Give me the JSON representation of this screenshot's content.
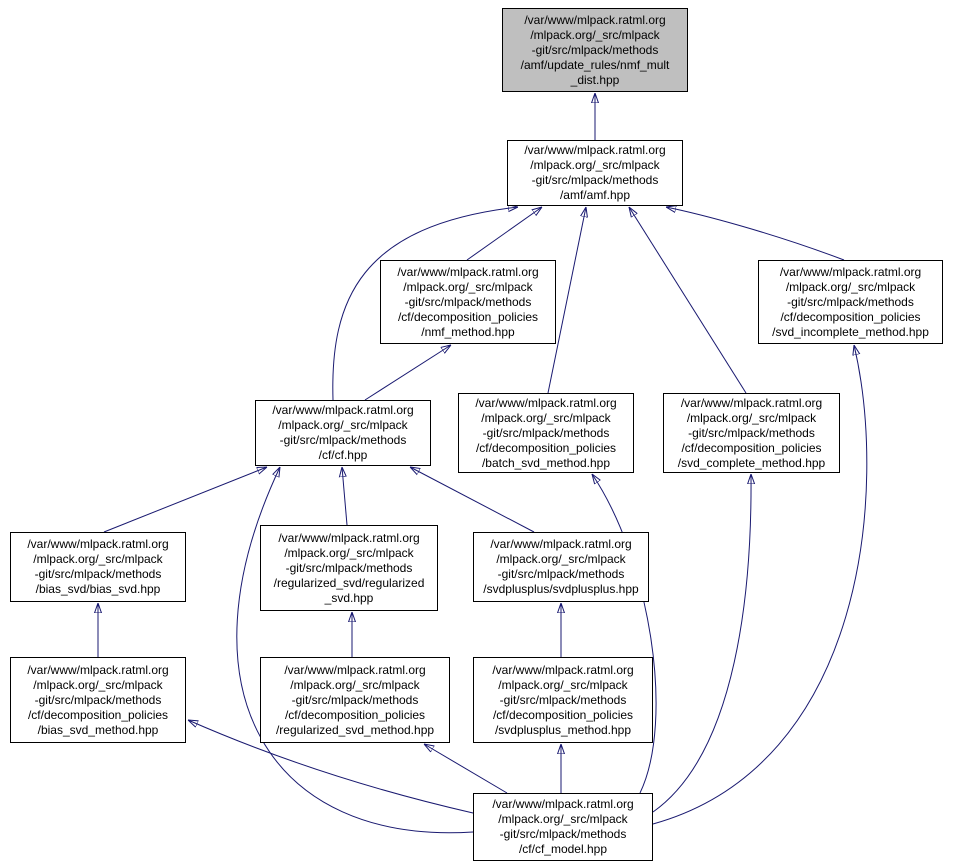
{
  "diagram": {
    "background": "#ffffff",
    "node_fill": "#ffffff",
    "node_border": "#000000",
    "highlight_fill": "#bfbfbf",
    "edge_color": "#191970"
  },
  "nodes": [
    {
      "id": "nmf_mult_dist",
      "highlighted": true,
      "label": "/var/www/mlpack.ratml.org\n/mlpack.org/_src/mlpack\n-git/src/mlpack/methods\n/amf/update_rules/nmf_mult\n_dist.hpp"
    },
    {
      "id": "amf",
      "highlighted": false,
      "label": "/var/www/mlpack.ratml.org\n/mlpack.org/_src/mlpack\n-git/src/mlpack/methods\n/amf/amf.hpp"
    },
    {
      "id": "nmf_method",
      "highlighted": false,
      "label": "/var/www/mlpack.ratml.org\n/mlpack.org/_src/mlpack\n-git/src/mlpack/methods\n/cf/decomposition_policies\n/nmf_method.hpp"
    },
    {
      "id": "svd_incomplete_method",
      "highlighted": false,
      "label": "/var/www/mlpack.ratml.org\n/mlpack.org/_src/mlpack\n-git/src/mlpack/methods\n/cf/decomposition_policies\n/svd_incomplete_method.hpp"
    },
    {
      "id": "cf",
      "highlighted": false,
      "label": "/var/www/mlpack.ratml.org\n/mlpack.org/_src/mlpack\n-git/src/mlpack/methods\n/cf/cf.hpp"
    },
    {
      "id": "batch_svd_method",
      "highlighted": false,
      "label": "/var/www/mlpack.ratml.org\n/mlpack.org/_src/mlpack\n-git/src/mlpack/methods\n/cf/decomposition_policies\n/batch_svd_method.hpp"
    },
    {
      "id": "svd_complete_method",
      "highlighted": false,
      "label": "/var/www/mlpack.ratml.org\n/mlpack.org/_src/mlpack\n-git/src/mlpack/methods\n/cf/decomposition_policies\n/svd_complete_method.hpp"
    },
    {
      "id": "bias_svd",
      "highlighted": false,
      "label": "/var/www/mlpack.ratml.org\n/mlpack.org/_src/mlpack\n-git/src/mlpack/methods\n/bias_svd/bias_svd.hpp"
    },
    {
      "id": "regularized_svd",
      "highlighted": false,
      "label": "/var/www/mlpack.ratml.org\n/mlpack.org/_src/mlpack\n-git/src/mlpack/methods\n/regularized_svd/regularized\n_svd.hpp"
    },
    {
      "id": "svdplusplus",
      "highlighted": false,
      "label": "/var/www/mlpack.ratml.org\n/mlpack.org/_src/mlpack\n-git/src/mlpack/methods\n/svdplusplus/svdplusplus.hpp"
    },
    {
      "id": "bias_svd_method",
      "highlighted": false,
      "label": "/var/www/mlpack.ratml.org\n/mlpack.org/_src/mlpack\n-git/src/mlpack/methods\n/cf/decomposition_policies\n/bias_svd_method.hpp"
    },
    {
      "id": "regularized_svd_method",
      "highlighted": false,
      "label": "/var/www/mlpack.ratml.org\n/mlpack.org/_src/mlpack\n-git/src/mlpack/methods\n/cf/decomposition_policies\n/regularized_svd_method.hpp"
    },
    {
      "id": "svdplusplus_method",
      "highlighted": false,
      "label": "/var/www/mlpack.ratml.org\n/mlpack.org/_src/mlpack\n-git/src/mlpack/methods\n/cf/decomposition_policies\n/svdplusplus_method.hpp"
    },
    {
      "id": "cf_model",
      "highlighted": false,
      "label": "/var/www/mlpack.ratml.org\n/mlpack.org/_src/mlpack\n-git/src/mlpack/methods\n/cf/cf_model.hpp"
    }
  ],
  "edges": [
    {
      "from": "amf",
      "to": "nmf_mult_dist"
    },
    {
      "from": "nmf_method",
      "to": "amf"
    },
    {
      "from": "cf",
      "to": "nmf_method"
    },
    {
      "from": "cf",
      "to": "amf"
    },
    {
      "from": "batch_svd_method",
      "to": "amf"
    },
    {
      "from": "svd_complete_method",
      "to": "amf"
    },
    {
      "from": "svd_incomplete_method",
      "to": "amf"
    },
    {
      "from": "bias_svd",
      "to": "cf"
    },
    {
      "from": "regularized_svd",
      "to": "cf"
    },
    {
      "from": "svdplusplus",
      "to": "cf"
    },
    {
      "from": "bias_svd_method",
      "to": "bias_svd"
    },
    {
      "from": "regularized_svd_method",
      "to": "regularized_svd"
    },
    {
      "from": "svdplusplus_method",
      "to": "svdplusplus"
    },
    {
      "from": "cf_model",
      "to": "cf"
    },
    {
      "from": "cf_model",
      "to": "batch_svd_method"
    },
    {
      "from": "cf_model",
      "to": "svd_complete_method"
    },
    {
      "from": "cf_model",
      "to": "svd_incomplete_method"
    },
    {
      "from": "cf_model",
      "to": "bias_svd_method"
    },
    {
      "from": "cf_model",
      "to": "regularized_svd_method"
    },
    {
      "from": "cf_model",
      "to": "svdplusplus_method"
    }
  ]
}
